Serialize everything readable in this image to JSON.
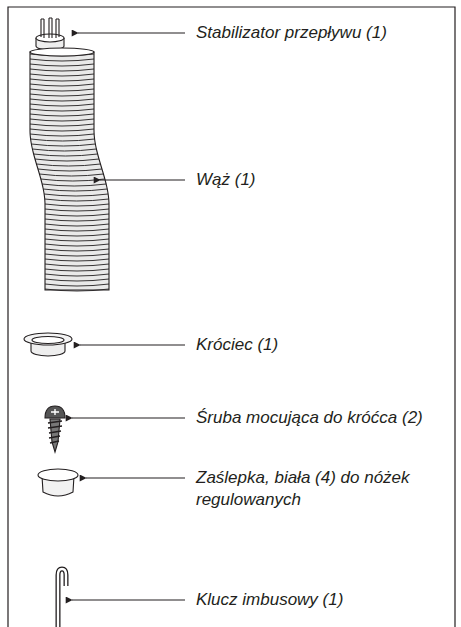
{
  "diagram": {
    "labels": [
      "Stabilizator przepływu (1)",
      "Wąż (1)",
      "Króciec (1)",
      "Śruba mocująca do króćca (2)",
      "Zaślepka, biała (4) do nóżek regulowanych",
      "Klucz imbusowy (1)"
    ]
  }
}
